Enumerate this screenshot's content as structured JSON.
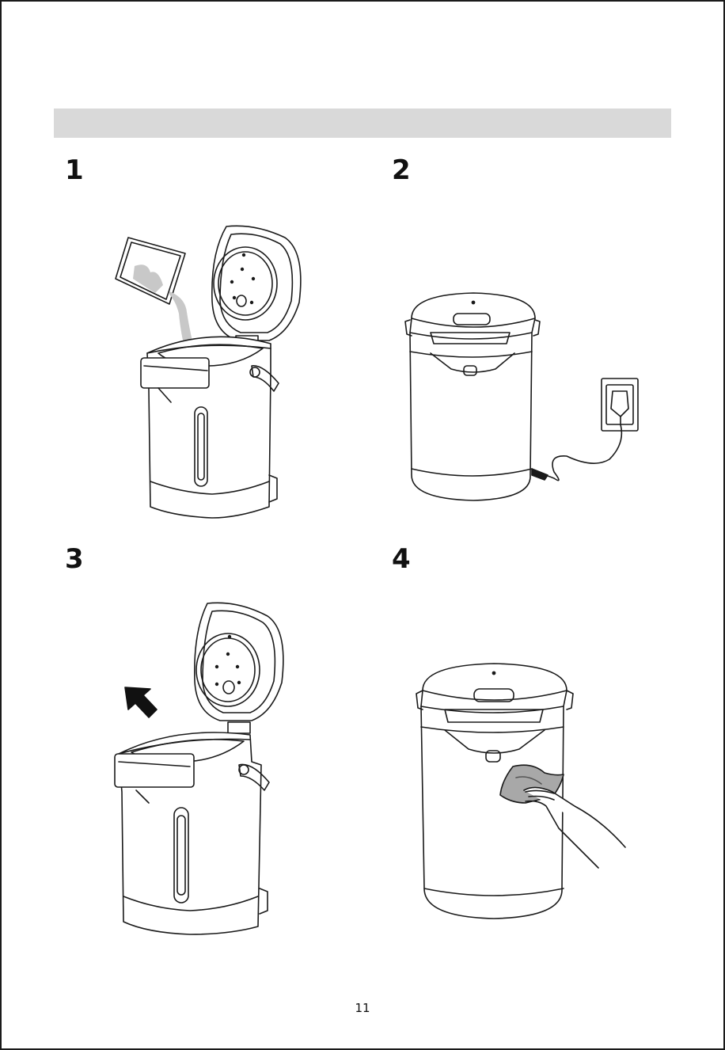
{
  "steps": [
    {
      "number": "1"
    },
    {
      "number": "2"
    },
    {
      "number": "3"
    },
    {
      "number": "4"
    }
  ],
  "page_number": "11",
  "colors": {
    "header_bar": "#d9d9d9",
    "line": "#1a1a1a",
    "water": "#c8c8c8",
    "cloth": "#a8a8a8"
  },
  "icons": [
    "water-jug-icon",
    "thermo-pot-icon",
    "wall-socket-icon",
    "arrow-up-left-icon",
    "cloth-icon",
    "hand-icon"
  ]
}
